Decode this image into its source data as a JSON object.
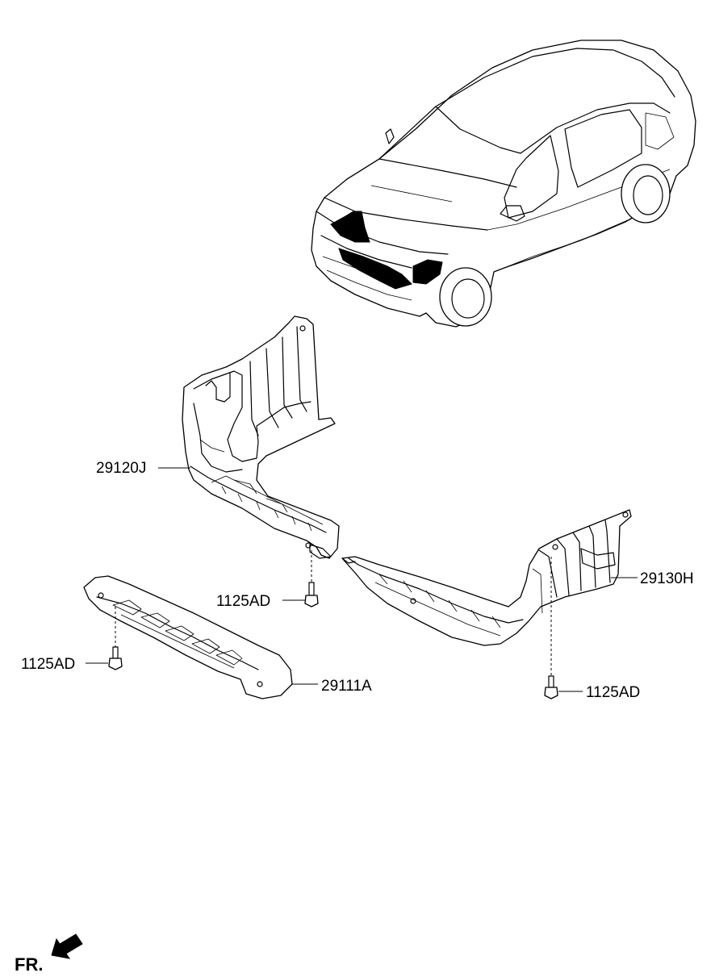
{
  "parts": {
    "p29120J": "29120J",
    "p29130H": "29130H",
    "p29111A": "29111A",
    "bolt_center": "1125AD",
    "bolt_left": "1125AD",
    "bolt_right": "1125AD"
  },
  "orientation": {
    "label": "FR."
  }
}
